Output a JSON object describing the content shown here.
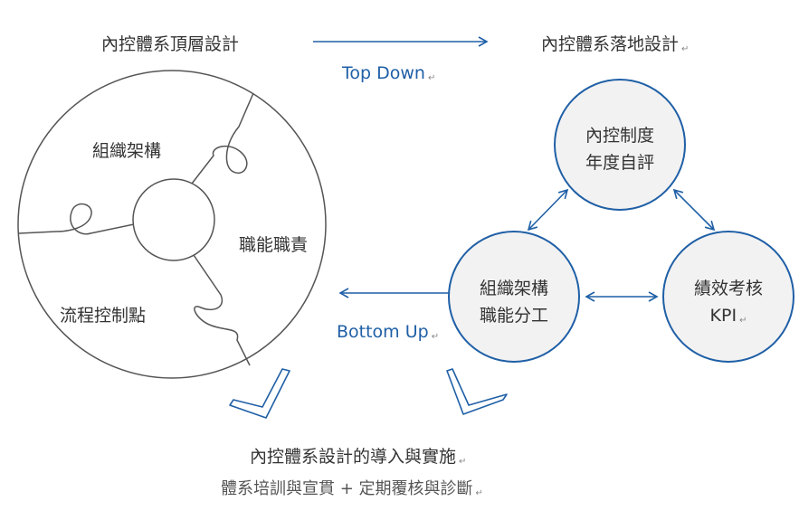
{
  "top": {
    "left_title": "內控體系頂層設計",
    "right_title": "內控體系落地設計",
    "arrow_label": "Top Down"
  },
  "puzzle": {
    "piece_top": "組織架構",
    "piece_right": "職能職責",
    "piece_bottom": "流程控制點"
  },
  "cycle": {
    "top_line1": "內控制度",
    "top_line2": "年度自評",
    "left_line1": "組織架構",
    "left_line2": "職能分工",
    "right_line1": "績效考核",
    "right_line2": "KPI"
  },
  "middle": {
    "arrow_label": "Bottom  Up"
  },
  "bottom": {
    "line1": "內控體系設計的導入與實施",
    "line2": "體系培訓與宣貫 + 定期覆核與診斷"
  },
  "mark": "↵",
  "colors": {
    "accent": "#1f5fa6",
    "stroke": "#555555",
    "circle_fill": "#f2f2f2"
  }
}
